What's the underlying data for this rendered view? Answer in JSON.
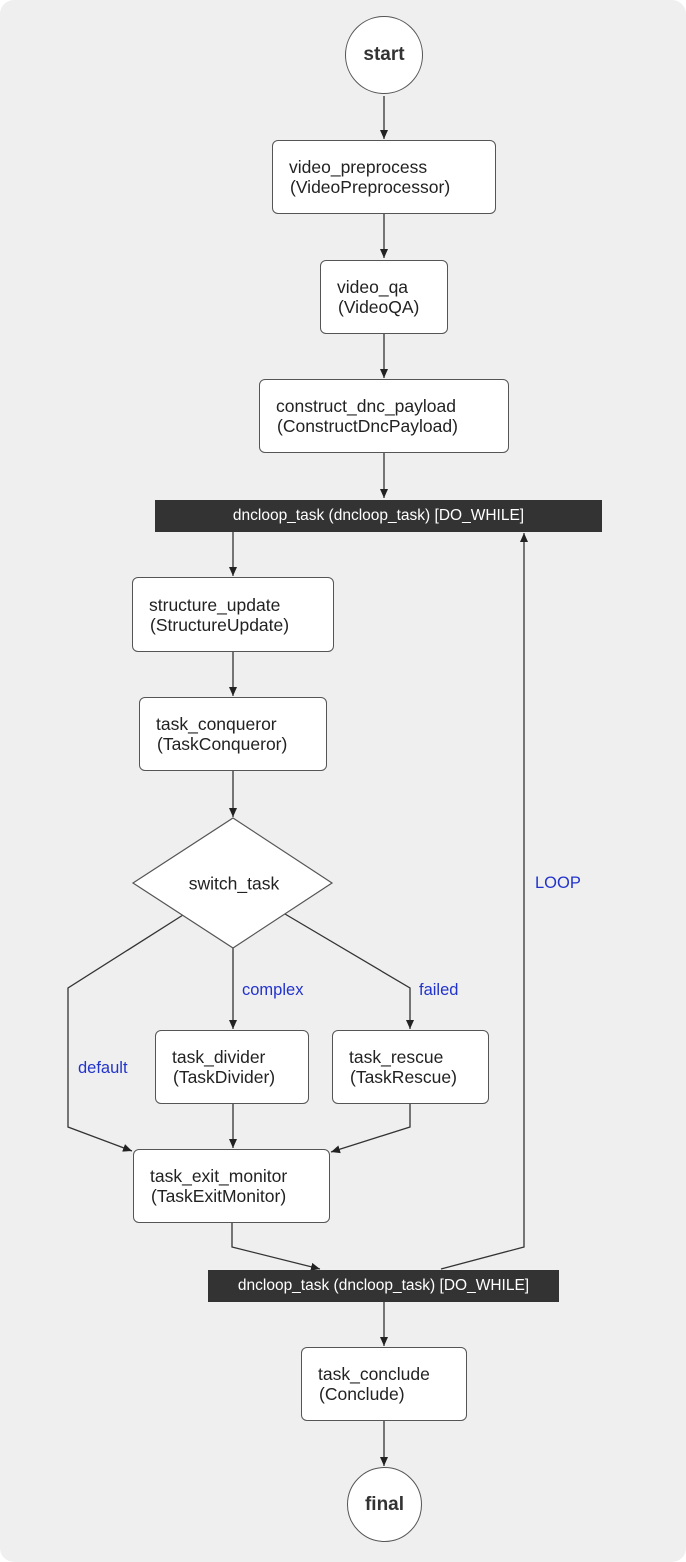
{
  "colors": {
    "background": "#efefef",
    "node_fill": "#ffffff",
    "bar_fill": "#333333",
    "edge_label": "#2233cc"
  },
  "start_label": "start",
  "final_label": "final",
  "nodes": {
    "video_preprocess": {
      "name": "video_preprocess",
      "type": "(VideoPreprocessor)"
    },
    "video_qa": {
      "name": "video_qa",
      "type": "(VideoQA)"
    },
    "construct_dnc_payload": {
      "name": "construct_dnc_payload",
      "type": "(ConstructDncPayload)"
    },
    "structure_update": {
      "name": "structure_update",
      "type": "(StructureUpdate)"
    },
    "task_conqueror": {
      "name": "task_conqueror",
      "type": "(TaskConqueror)"
    },
    "task_divider": {
      "name": "task_divider",
      "type": "(TaskDivider)"
    },
    "task_rescue": {
      "name": "task_rescue",
      "type": "(TaskRescue)"
    },
    "task_exit_monitor": {
      "name": "task_exit_monitor",
      "type": "(TaskExitMonitor)"
    },
    "task_conclude": {
      "name": "task_conclude",
      "type": "(Conclude)"
    }
  },
  "switch_label": "switch_task",
  "loop_start_label": "dncloop_task (dncloop_task) [DO_WHILE]",
  "loop_end_label": "dncloop_task (dncloop_task) [DO_WHILE]",
  "edge_labels": {
    "default": "default",
    "complex": "complex",
    "failed": "failed",
    "loop": "LOOP"
  }
}
